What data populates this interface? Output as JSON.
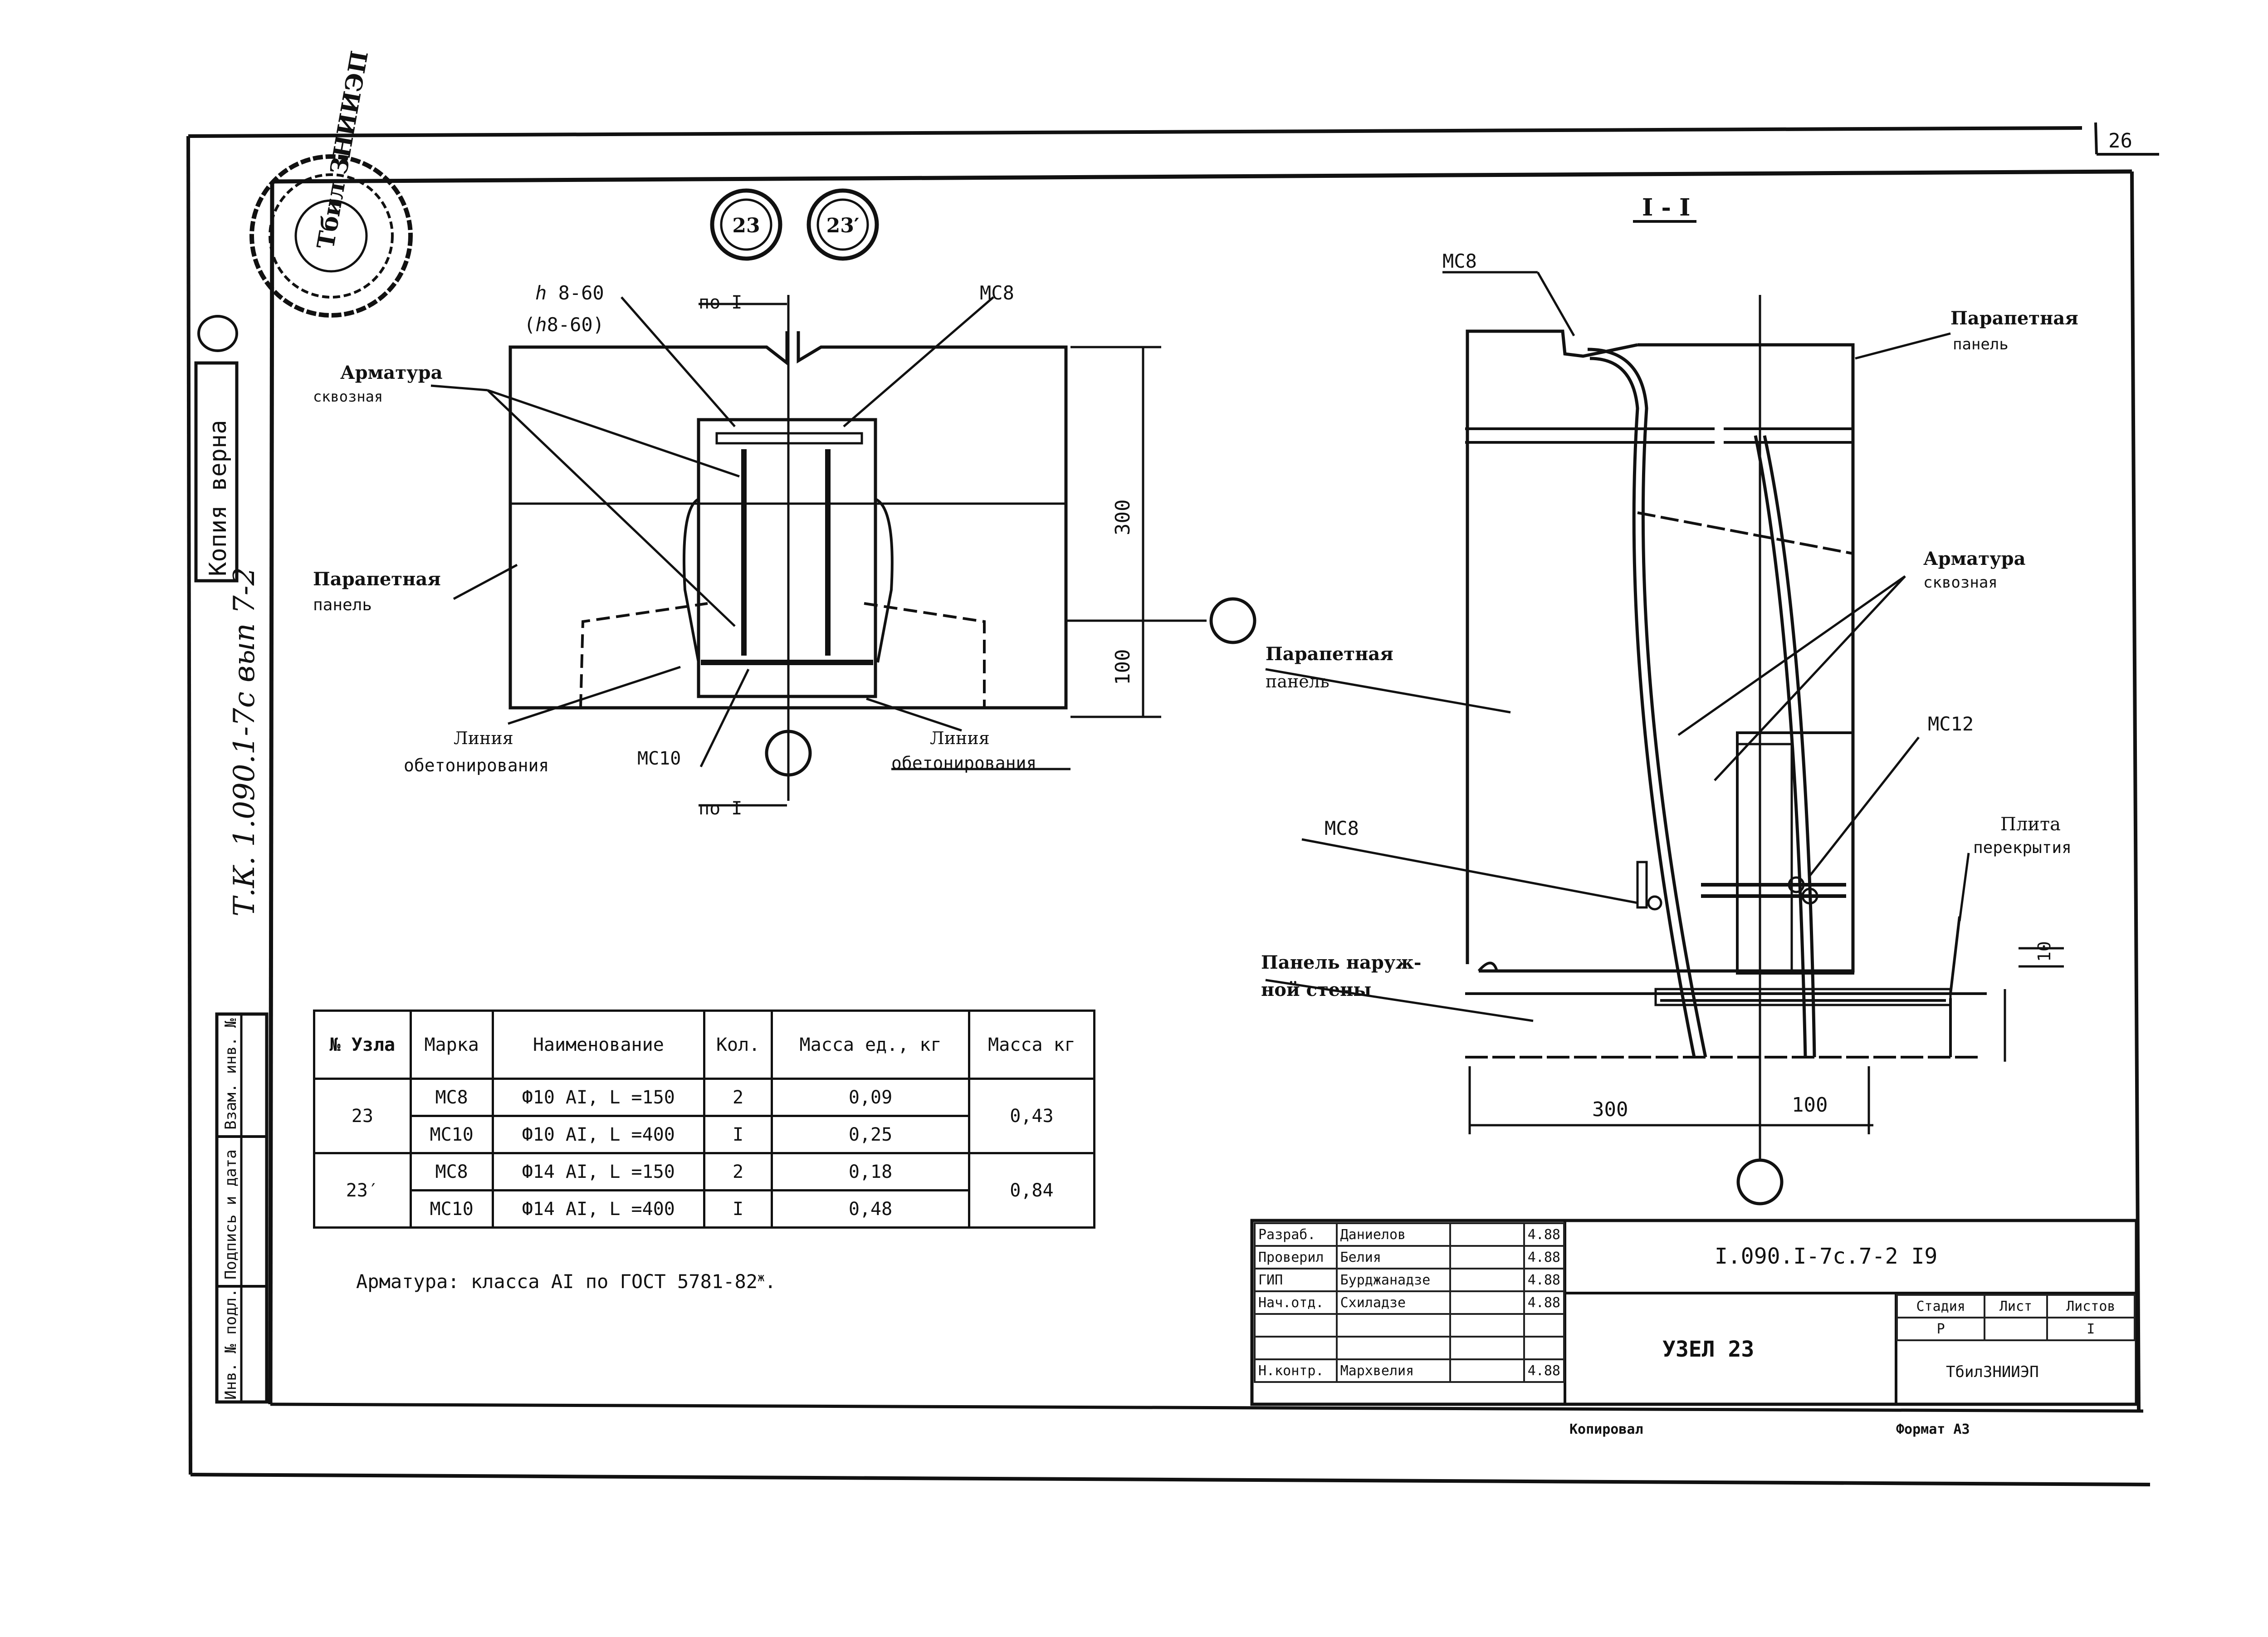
{
  "sheet": {
    "page_number": "26",
    "vertical_code": "Т.К. 1.090.1-7с вып 7-2",
    "copy_label": "Копия верна",
    "copied_by_label": "Копировал",
    "format_label": "Формат А3"
  },
  "stamp": {
    "text": "Тбил ЗНИИЭП"
  },
  "left_strip": {
    "labels": [
      "Взам. инв. №",
      "Подпись и дата",
      "Инв. № подл."
    ]
  },
  "node_view": {
    "node_markers": [
      "23",
      "23′"
    ],
    "cut_marker_top": "по I",
    "cut_marker_bottom": "по I",
    "dim_300": "300",
    "dim_100": "100",
    "callouts": {
      "weld": "ℎ 8-60",
      "weld_alt": "(ℎ8-60)",
      "mc8": "МС8",
      "armature_1": "Арматура",
      "armature_2": "сквозная",
      "panel_1": "Парапетная",
      "panel_2": "панель",
      "line_left_1": "Линия",
      "line_left_2": "обетонирования",
      "mc10": "МС10",
      "line_right_1": "Линия",
      "line_right_2": "обетонирования"
    }
  },
  "section_view": {
    "title": "I - I",
    "dim_300": "300",
    "dim_100": "100",
    "dim_10": "10",
    "callouts": {
      "mc8_top": "МС8",
      "panel_1": "Парапетная",
      "panel_2": "панель",
      "armature_1": "Арматура",
      "armature_2": "сквозная",
      "panel_left_1": "Парапетная",
      "panel_left_2": "панель",
      "mc12": "МС12",
      "mc8_mid": "МС8",
      "slab_1": "Плита",
      "slab_2": "перекрытия",
      "wall_1": "Панель наруж-",
      "wall_2": "ной стены"
    }
  },
  "spec_table": {
    "headers": [
      "№ Узла",
      "Марка",
      "Наименование",
      "Кол.",
      "Масса ед., кг",
      "Масса кг"
    ],
    "groups": [
      {
        "node": "23",
        "total": "0,43",
        "rows": [
          {
            "mark": "МС8",
            "name": "Ф10 АI, L =150",
            "qty": "2",
            "mass": "0,09"
          },
          {
            "mark": "МС10",
            "name": "Ф10 АI, L =400",
            "qty": "I",
            "mass": "0,25"
          }
        ]
      },
      {
        "node": "23′",
        "total": "0,84",
        "rows": [
          {
            "mark": "МС8",
            "name": "Ф14 АI, L =150",
            "qty": "2",
            "mass": "0,18"
          },
          {
            "mark": "МС10",
            "name": "Ф14 АI, L =400",
            "qty": "I",
            "mass": "0,48"
          }
        ]
      }
    ]
  },
  "note": {
    "text": "Арматура: класса АI по ГОСТ 5781-82",
    "superscript": "ж",
    "tail": "."
  },
  "title_block": {
    "doc_code": "I.090.I-7с.7-2 I9",
    "title": "УЗЕЛ 23",
    "roles": [
      {
        "role": "Разраб.",
        "name": "Даниелов",
        "date": "4.88"
      },
      {
        "role": "Проверил",
        "name": "Белия",
        "date": "4.88"
      },
      {
        "role": "ГИП",
        "name": "Бурджанадзе",
        "date": "4.88"
      },
      {
        "role": "Нач.отд.",
        "name": "Схиладзе",
        "date": "4.88"
      },
      {
        "role": "",
        "name": "",
        "date": ""
      },
      {
        "role": "",
        "name": "",
        "date": ""
      },
      {
        "role": "Н.контр.",
        "name": "Мархвелия",
        "date": "4.88"
      }
    ],
    "stage_headers": [
      "Стадия",
      "Лист",
      "Листов"
    ],
    "stage_values": [
      "Р",
      "",
      "I"
    ],
    "org": "ТбилЗНИИЭП"
  }
}
